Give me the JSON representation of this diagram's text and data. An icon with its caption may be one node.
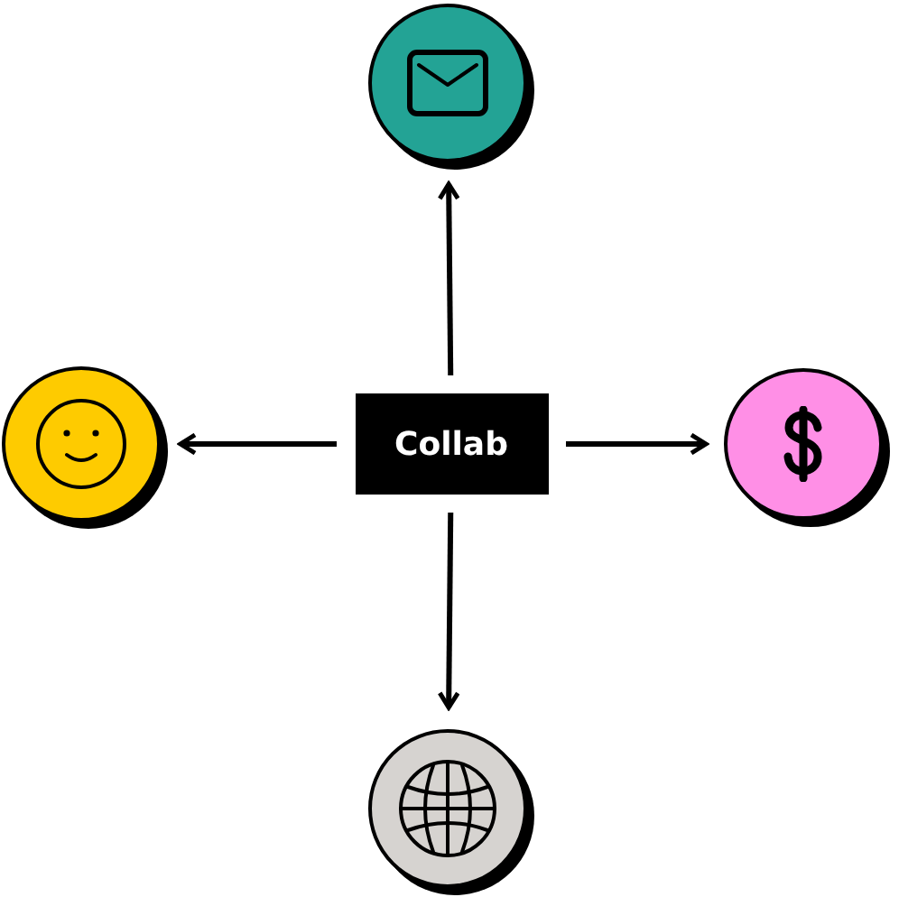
{
  "diagram": {
    "nodes": [
      {
        "text": [],
        "shape": "circle"
      },
      {
        "text": [],
        "shape": "circle"
      },
      {
        "text": [
          "Collab"
        ]
      },
      {
        "text": [],
        "shape": "circle"
      },
      {
        "text": [],
        "shape": "circle"
      }
    ],
    "edges": [
      {
        "from": 2,
        "to": 0,
        "arrow": "to"
      },
      {
        "from": 2,
        "to": 1,
        "arrow": "to"
      },
      {
        "from": 2,
        "to": 3,
        "arrow": "to"
      },
      {
        "from": 2,
        "to": 4,
        "arrow": "to"
      }
    ]
  }
}
